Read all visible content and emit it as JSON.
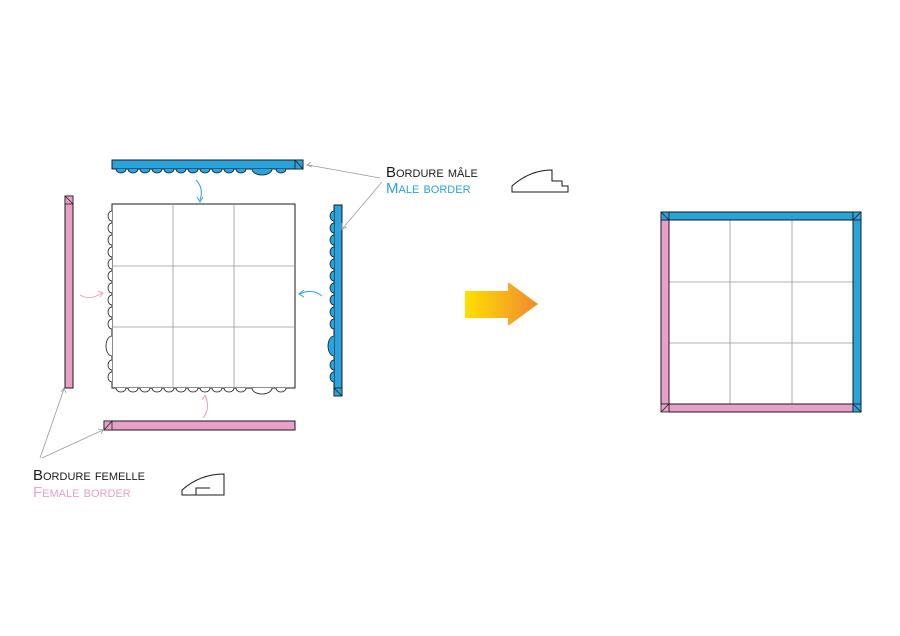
{
  "labels": {
    "male_fr": "Bordure mâle",
    "male_en": "Male border",
    "female_fr": "Bordure femelle",
    "female_en": "Female border"
  },
  "colors": {
    "male": "#29a3dc",
    "female": "#e8a0c8",
    "arrow_start": "#ffe000",
    "arrow_end": "#f08a30",
    "outline": "#1a1a1a",
    "grid": "#9a9a9a",
    "label_dark": "#1a1a1a"
  },
  "icons": {
    "male_profile": "male-profile-icon",
    "female_profile": "female-profile-icon",
    "transition_arrow": "arrow-right-icon"
  }
}
